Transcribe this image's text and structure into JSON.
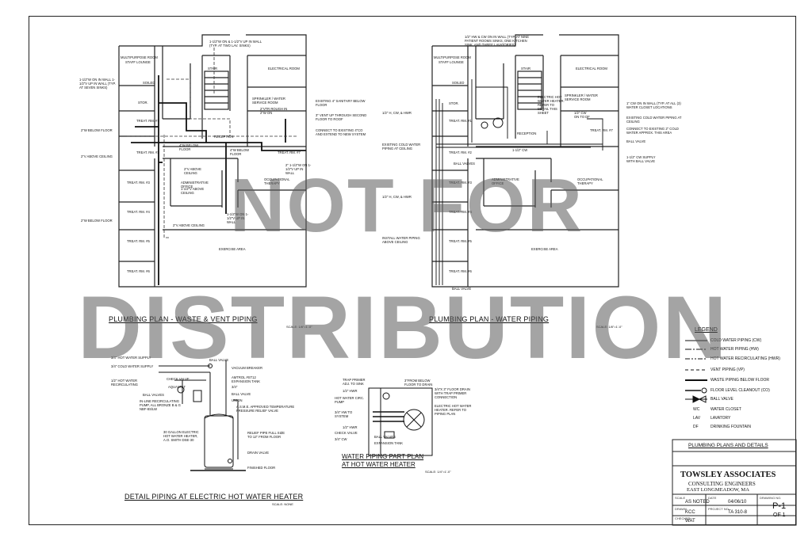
{
  "watermark": {
    "line1": "NOT FOR",
    "line2": "DISTRIBUTION"
  },
  "plan_left": {
    "title": "PLUMBING PLAN - WASTE & VENT PIPING",
    "scale": "SCALE: 1/8\"=1'-0\"",
    "rooms": {
      "multipurpose": "MULTIPURPOSE ROOM",
      "staff_lounge": "STAFF LOUNGE",
      "soiled": "SOILED",
      "stair": "STAIR",
      "electrical": "ELECTRICAL ROOM",
      "sprinkler": "SPRINKLER / WATER SERVICE ROOM",
      "stor": "STOR.",
      "treat_1": "TREAT. RM. #1",
      "treat_2": "TREAT. RM. #2",
      "treat_3": "TREAT. RM. #3",
      "treat_4": "TREAT. RM. #4",
      "treat_5": "TREAT. RM. #5",
      "treat_6": "TREAT. RM. #6",
      "treat_7": "TREAT. RM. #7",
      "reception": "RECEPTION",
      "admin": "ADMINISTRATIVE OFFICE",
      "ot": "OCCUPATIONAL THERAPY",
      "exercise": "EXERCISE AREA"
    },
    "notes": {
      "n1": "1-1/2\"W ON & 1-1/2\"V UP IN WALL (TYP. AT TWO LAV. SINKS)",
      "n2": "1-1/2\"W ON IN WALL 1-1/2\"V UP IN WALL (TYP. AT SEVEN SINKS)",
      "n3": "2\"W BELOW FLOOR",
      "n4": "2\"V ABOVE CEILING",
      "n5": "2\"W BELOW FLOOR",
      "n6": "2\"V ABOVE CEILING",
      "n7": "EXISTING 4\" SANITARY BELOW FLOOR",
      "n8": "3\" VENT UP THROUGH SECOND FLOOR TO ROOF",
      "n9": "CONNECT TO EXISTING 4\"CO AND EXTEND TO NEW SYSTEM",
      "n10": "2\"VTR ROUGH IN 2\"W ON",
      "n11": "4\"W BELOW FLOOR",
      "n12": "1-1/2\"V ABOVE CEILING",
      "n13": "2\"V ABOVE CEILING",
      "n14": "4\"W BELOW FLOOR",
      "n15": "2\" 1-1/2\"W ON 1-1/2\"V UP IN WALL",
      "n16": "1-1/2\"W ON 1-1/2\"V UP IN WALL"
    }
  },
  "plan_right": {
    "title": "PLUMBING PLAN - WATER PIPING",
    "scale": "SCALE: 1/8\"=1'-0\"",
    "rooms": {
      "multipurpose": "MULTIPURPOSE ROOM",
      "staff_lounge": "STAFF LOUNGE",
      "soiled": "SOILED",
      "stair": "STAIR",
      "electrical": "ELECTRICAL ROOM",
      "sprinkler": "SPRINKLER / WATER SERVICE ROOM",
      "stor": "STOR.",
      "treat_1": "TREAT. RM. #1",
      "treat_2": "TREAT. RM. #2",
      "treat_3": "TREAT. RM. #3",
      "treat_4": "TREAT. RM. #4",
      "treat_5": "TREAT. RM. #5",
      "treat_6": "TREAT. RM. #6",
      "treat_7": "TREAT. RM. #7",
      "reception": "RECEPTION",
      "admin": "ADMINISTRATIVE OFFICE",
      "ot": "OCCUPATIONAL THERAPY",
      "exercise": "EXERCISE AREA"
    },
    "notes": {
      "n1": "1/2\" HW & CW ON IN WALL (TYP. AT NINE PATIENT ROOMS SINKS, ONE KITCHEN SINK, AND THREE LAVATORIES)",
      "n2": "1/2\" H, CW, & HWR",
      "n3": "EXISTING COLD WATER PIPING AT CEILING",
      "n4": "1/2\" H, CW, & HWR",
      "n5": "INSTALL WATER PIPING ABOVE CEILING",
      "n6": "ELECTRIC HOT WATER HEATER. REFER TO DETAIL THIS SHEET",
      "n7": "1\" CW ON IN WALL (TYP. AT ALL (3) WATER CLOSET LOCATIONS",
      "n8": "EXISTING COLD WATER PIPING AT CEILING",
      "n9": "CONNECT TO EXISTING 2\" COLD WATER APPROX. THIS AREA",
      "n10": "BALL VALVE",
      "n11": "1-1/2\" CW SUPPLY WITH BALL VALVE",
      "n12": "BALL VALVE",
      "n13": "BALL VALVES",
      "n14": "1/2\" CW ON TO DF",
      "n15": "1-1/2\" CW"
    }
  },
  "detail_heater": {
    "title": "DETAIL PIPING AT ELECTRIC HOT WATER HEATER",
    "scale": "SCALE: NONE",
    "notes": {
      "n1": "3/4\" HOT WATER SUPPLY",
      "n2": "3/4\" COLD WATER SUPPLY",
      "n3": "1/2\" HOT WATER RECIRCULATING",
      "n4": "BALL VALVES",
      "n5": "CHECK VALVE",
      "n6": "AQUASTAT",
      "n7": "IN-LINE RECIRCULATING PUMP, ALL BRONZE B & G NBF-8S/LW",
      "n8": "BALL VALVE",
      "n9": "VACUUM BREAKER",
      "n10": "AMTROL #ST12 EXPANSION TANK",
      "n11": "3/4\"",
      "n12": "BALL VALVE",
      "n13": "UNION",
      "n14": "A.S.M.E. APPROVED TEMPERATURE PRESSURE RELIEF VALVE",
      "n15": "30 GALLON ELECTRIC HOT WATER HEATER, A.O. SMITH DSE-30",
      "n16": "RELIEF PIPE FULL SIZE TO 12\" FROM FLOOR",
      "n17": "DRAIN VALVE",
      "n18": "FINISHED FLOOR"
    }
  },
  "detail_part_plan": {
    "title_line1": "WATER PIPING PART PLAN",
    "title_line2": "AT HOT WATER HEATER",
    "scale": "SCALE: 1/4\"=1'-0\"",
    "notes": {
      "n1": "TRAP PRIMER ADJ. TO SINK",
      "n2": "1/2\" HWR",
      "n3": "HOT WATER CIRC. PUMP",
      "n4": "3/4\" HW TO SYSTEM",
      "n5": "1/2\" HWR",
      "n6": "CHECK VALVE",
      "n7": "3/4\" CW",
      "n8": "BALL VALVES",
      "n9": "EXPANSION TANK",
      "n10": "3\"FROM BELOW FLOOR TO DRAIN",
      "n11": "3/4\"X 3\" FLOOR DRAIN WITH TRAP PRIMER CONNECTION",
      "n12": "ELECTRIC HOT WATER HEATER. REFER TO PIPING PLAN"
    }
  },
  "legend": {
    "heading": "LEGEND",
    "items": [
      "COLD WATER PIPING (CW)",
      "HOT WATER PIPING (HW)",
      "HOT WATER RECIRCULATING (HWR)",
      "VENT PIPING (VP)",
      "WASTE PIPING BELOW FLOOR",
      "FLOOR LEVEL CLEANOUT (CO)",
      "BALL VALVE"
    ],
    "abbr": [
      {
        "code": "WC",
        "text": "WATER CLOSET"
      },
      {
        "code": "LAV",
        "text": "LAVATORY"
      },
      {
        "code": "DF",
        "text": "DRINKING FOUNTAIN"
      }
    ]
  },
  "title_block": {
    "sheet_title": "PLUMBING PLANS AND DETAILS",
    "firm": "TOWSLEY ASSOCIATES",
    "firm_sub": "CONSULTING ENGINEERS",
    "firm_city": "EAST LONGMEADOW, MA",
    "scale_label": "SCALE",
    "scale": "AS NOTED",
    "date_label": "DATE",
    "date": "04/06/10",
    "drawn_label": "DRAWN",
    "drawn": "KCC",
    "project_label": "PROJECT NO.",
    "project": "TA 310-8",
    "checked_label": "CHECKED",
    "checked": "WAT",
    "drawing_label": "DRAWING NO.",
    "drawing": "P-1",
    "of": "OF 1"
  }
}
